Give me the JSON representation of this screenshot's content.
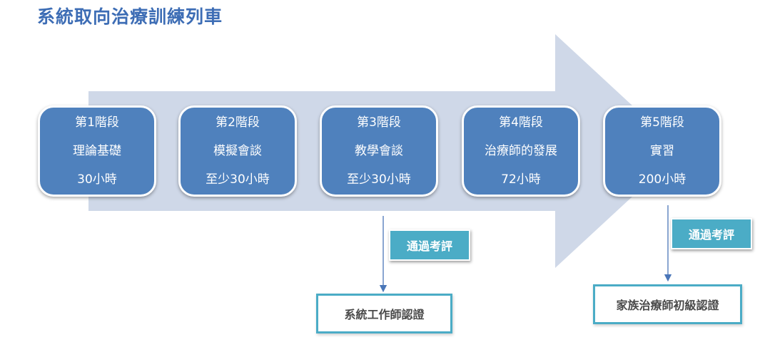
{
  "title": "系統取向治療訓練列車",
  "stages": [
    {
      "stage": "第1階段",
      "name": "理論基礎",
      "hours": "30小時"
    },
    {
      "stage": "第2階段",
      "name": "模擬會談",
      "hours": "至少30小時"
    },
    {
      "stage": "第3階段",
      "name": "教學會談",
      "hours": "至少30小時"
    },
    {
      "stage": "第4階段",
      "name": "治療師的發展",
      "hours": "72小時"
    },
    {
      "stage": "第5階段",
      "name": "實習",
      "hours": "200小時"
    }
  ],
  "evaluations": [
    {
      "label": "通過考評"
    },
    {
      "label": "通過考評"
    }
  ],
  "certifications": [
    {
      "label": "系統工作師認證"
    },
    {
      "label": "家族治療師初級認證"
    }
  ],
  "colors": {
    "title": "#3d6db5",
    "stage_fill": "#4f81bd",
    "arrow_fill": "#cfd8e8",
    "badge_fill": "#4bacc6",
    "cert_border": "#4bacc6"
  }
}
